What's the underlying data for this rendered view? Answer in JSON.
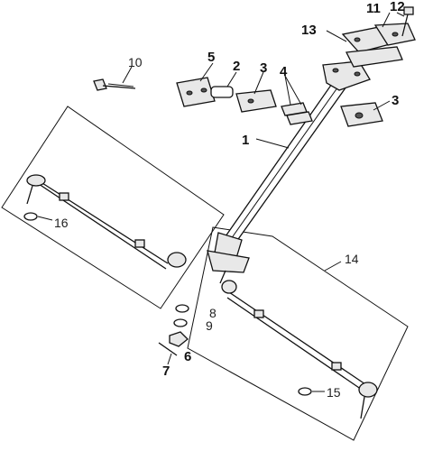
{
  "diagram": {
    "callouts": [
      {
        "id": "c1",
        "text": "1"
      },
      {
        "id": "c2",
        "text": "2"
      },
      {
        "id": "c3a",
        "text": "3"
      },
      {
        "id": "c3b",
        "text": "3"
      },
      {
        "id": "c4",
        "text": "4"
      },
      {
        "id": "c5",
        "text": "5"
      },
      {
        "id": "c6",
        "text": "6"
      },
      {
        "id": "c7",
        "text": "7"
      },
      {
        "id": "c8",
        "text": "8"
      },
      {
        "id": "c9",
        "text": "9"
      },
      {
        "id": "c10",
        "text": "10"
      },
      {
        "id": "c11",
        "text": "11"
      },
      {
        "id": "c12",
        "text": "12"
      },
      {
        "id": "c13",
        "text": "13"
      },
      {
        "id": "c14",
        "text": "14"
      },
      {
        "id": "c15",
        "text": "15"
      },
      {
        "id": "c16",
        "text": "16"
      }
    ]
  }
}
